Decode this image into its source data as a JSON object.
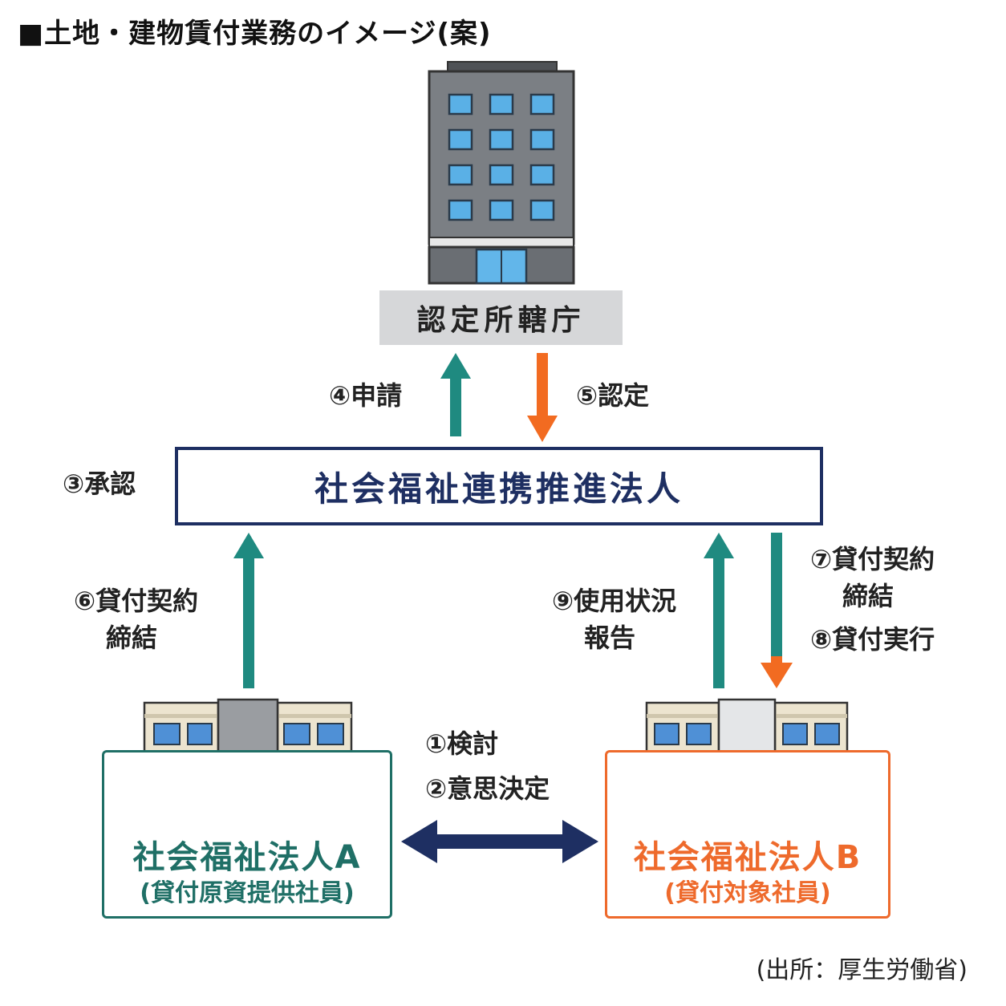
{
  "title": "■土地・建物賃付業務のイメージ(案)",
  "government": {
    "label": "認定所轄庁"
  },
  "promotion_corp": {
    "label": "社会福祉連携推進法人"
  },
  "corp_a": {
    "name": "社会福祉法人A",
    "role": "(貸付原資提供社員)"
  },
  "corp_b": {
    "name": "社会福祉法人B",
    "role": "(貸付対象社員)"
  },
  "steps": {
    "s1": "①検討",
    "s2": "②意思決定",
    "s3": "③承認",
    "s4": "④申請",
    "s5": "⑤認定",
    "s6_l1": "⑥貸付契約",
    "s6_l2": "締結",
    "s7_l1": "⑦貸付契約",
    "s7_l2": "締結",
    "s8": "⑧貸付実行",
    "s9_l1": "⑨使用状況",
    "s9_l2": "報告"
  },
  "source": "(出所：厚生労働省)",
  "colors": {
    "teal": "#1f8a80",
    "orange": "#f26b21",
    "navy": "#1e2f62",
    "corp_a_color": "#1f6f66",
    "corp_b_color": "#ee6a2c"
  },
  "icons": [
    "office-tower-icon",
    "facility-a-icon",
    "facility-b-icon"
  ]
}
